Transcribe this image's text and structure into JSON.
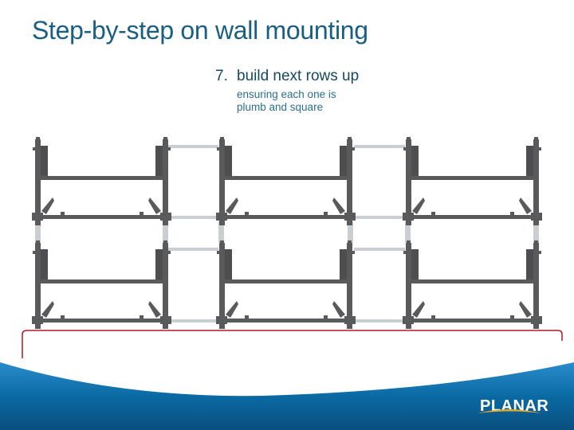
{
  "slide": {
    "title": "Step-by-step on wall mounting",
    "step": {
      "number": "7.",
      "heading": "build next rows up",
      "description_lines": [
        "ensuring each one is",
        "plumb and square"
      ]
    }
  },
  "diagram": {
    "description": "Wall mount frames assembled in 2 rows x 3 columns with connector bars",
    "rows": 2,
    "columns": 3,
    "frame_color": "#5a5a5c",
    "connector_color": "#c9ced3",
    "bracket_color": "#b0182a"
  },
  "footer": {
    "logo_text": "PLANAR",
    "swoosh_color": "#0a6aa3",
    "logo_arc_color": "#e0a92a"
  }
}
